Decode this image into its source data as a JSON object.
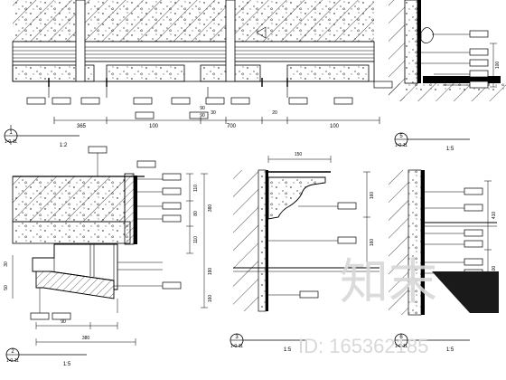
{
  "drawing": {
    "details": [
      {
        "number": "1",
        "ref": "1-0-11",
        "scale": "1:2",
        "dims": [
          "365",
          "100",
          "700",
          "100",
          "30",
          "90",
          "20",
          "90"
        ]
      },
      {
        "number": "2",
        "ref": "1-0-11",
        "scale": "1:5",
        "dims": [
          "110",
          "80",
          "110",
          "380",
          "30",
          "50",
          "190",
          "90",
          "380",
          "160"
        ]
      },
      {
        "number": "3",
        "ref": "1-0-11",
        "scale": "1:5",
        "dims": [
          "150",
          "160",
          "160"
        ]
      },
      {
        "number": "5",
        "ref": "1-0-11",
        "scale": "1:5",
        "dims": [
          "100"
        ]
      },
      {
        "number": "6",
        "ref": "1-0-11",
        "scale": "1:5",
        "dims": [
          "410",
          "100"
        ]
      }
    ]
  },
  "watermark": {
    "brand": "知末",
    "id_text": "ID: 165362185"
  }
}
